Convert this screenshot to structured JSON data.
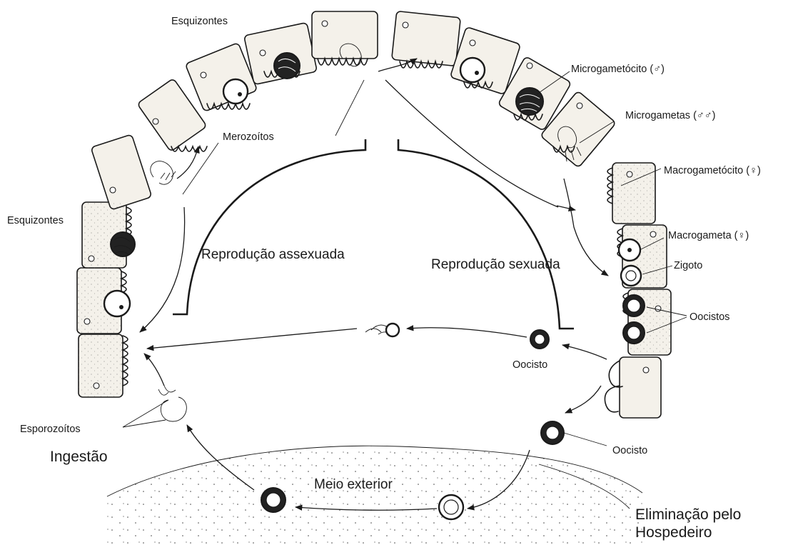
{
  "labels": {
    "esquizontes_top": "Esquizontes",
    "esquizontes_left": "Esquizontes",
    "merozoitos": "Merozoítos",
    "microgametocito": "Microgametócito (♂)",
    "microgametas": "Microgametas (♂♂)",
    "macrogametocito": "Macrogametócito (♀)",
    "macrogameta": "Macrogameta (♀)",
    "zigoto": "Zigoto",
    "oocistos": "Oocistos",
    "oocisto_center": "Oocisto",
    "oocisto_right": "Oocisto",
    "reproducao_assexuada": "Reprodução assexuada",
    "reproducao_sexuada": "Reprodução sexuada",
    "esporozoitos": "Esporozoítos",
    "ingestao": "Ingestão",
    "meio_exterior": "Meio exterior",
    "eliminacao_line1": "Eliminação pelo",
    "eliminacao_line2": "Hospedeiro"
  }
}
